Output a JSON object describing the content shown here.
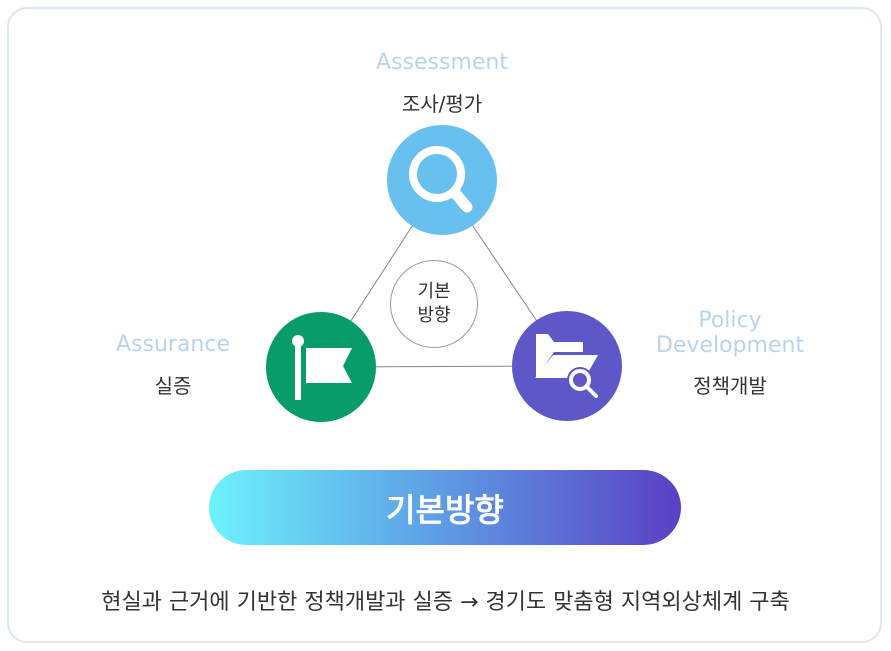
{
  "nodes": {
    "assessment": {
      "en": "Assessment",
      "ko": "조사/평가",
      "color": "#67c0ee",
      "icon": "magnifier-icon"
    },
    "assurance": {
      "en": "Assurance",
      "ko": "실증",
      "color": "#079c6a",
      "icon": "flag-icon"
    },
    "policy": {
      "en_line1": "Policy",
      "en_line2": "Development",
      "ko": "정책개발",
      "color": "#5d57c8",
      "icon": "folder-search-icon"
    }
  },
  "center": {
    "line1": "기본",
    "line2": "방향"
  },
  "banner": {
    "label": "기본방향"
  },
  "summary": "현실과 근거에 기반한 정책개발과 실증 → 경기도 맞춤형 지역외상체계 구축"
}
